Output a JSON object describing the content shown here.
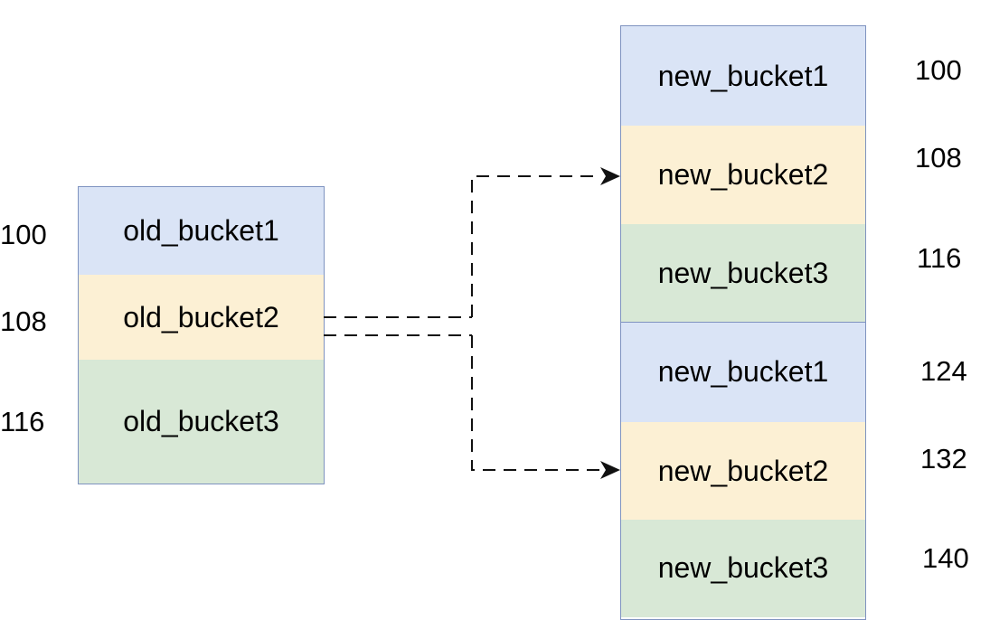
{
  "colors": {
    "blue_fill": "#dae4f6",
    "yellow_fill": "#fcf0d4",
    "green_fill": "#d8e8d6",
    "border": "#7f93c0",
    "arrow": "#111111"
  },
  "old_buckets": [
    {
      "label": "old_bucket1",
      "addr": "100"
    },
    {
      "label": "old_bucket2",
      "addr": "108"
    },
    {
      "label": "old_bucket3",
      "addr": "116"
    }
  ],
  "new_buckets": [
    {
      "label": "new_bucket1",
      "addr": "100"
    },
    {
      "label": "new_bucket2",
      "addr": "108"
    },
    {
      "label": "new_bucket3",
      "addr": "116"
    },
    {
      "label": "new_bucket1",
      "addr": "124"
    },
    {
      "label": "new_bucket2",
      "addr": "132"
    },
    {
      "label": "new_bucket3",
      "addr": "140"
    }
  ]
}
